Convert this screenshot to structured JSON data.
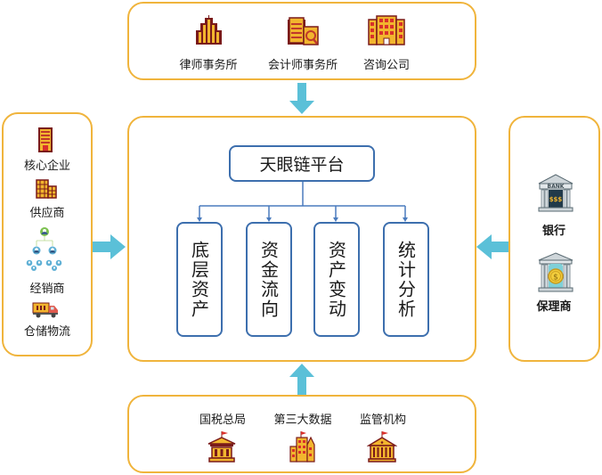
{
  "top_panel": {
    "items": [
      {
        "label": "律师事务所",
        "icon": "skyscraper-icon"
      },
      {
        "label": "会计师事务所",
        "icon": "audit-building-icon"
      },
      {
        "label": "咨询公司",
        "icon": "office-building-icon"
      }
    ]
  },
  "left_panel": {
    "items": [
      {
        "label": "核心企业",
        "icon": "tower-building-icon"
      },
      {
        "label": "供应商",
        "icon": "factory-building-icon"
      },
      {
        "label": "经销商",
        "icon": "org-tree-people-icon"
      },
      {
        "label": "仓储物流",
        "icon": "truck-icon"
      }
    ]
  },
  "right_panel": {
    "items": [
      {
        "label": "银行",
        "icon": "bank-icon",
        "icon_text": "BANK",
        "icon_sub": "$$$"
      },
      {
        "label": "保理商",
        "icon": "coin-bank-icon",
        "icon_text": "$"
      }
    ]
  },
  "bottom_panel": {
    "items": [
      {
        "label": "国税总局",
        "icon": "government-building-icon"
      },
      {
        "label": "第三大数据",
        "icon": "city-buildings-icon"
      },
      {
        "label": "监管机构",
        "icon": "regulator-building-icon"
      }
    ]
  },
  "center": {
    "platform": "天眼链平台",
    "modules": [
      "底层资产",
      "资金流向",
      "资产变动",
      "统计分析"
    ]
  },
  "colors": {
    "panel_border": "#f0b43c",
    "arrow": "#5bc0d8",
    "node_border": "#3d6fae",
    "icon_fill": "#f2b52e",
    "icon_dark": "#7a1a1a"
  }
}
